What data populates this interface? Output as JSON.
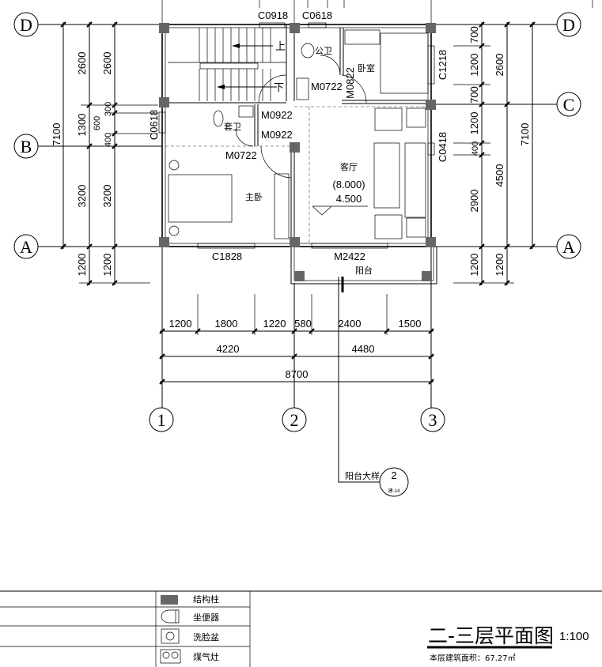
{
  "grid_axes": {
    "rows": {
      "D": "D",
      "C": "C",
      "B": "B",
      "A": "A"
    },
    "cols": [
      "1",
      "2",
      "3"
    ]
  },
  "dims": {
    "left_outer": "7100",
    "left_mid": [
      "2600",
      "1300",
      "3200",
      "1200"
    ],
    "left_inner": [
      "2600",
      "300",
      "600",
      "400",
      "3200",
      "1200"
    ],
    "right_inner": [
      "700",
      "1200",
      "700",
      "1200",
      "400",
      "2900",
      "1200"
    ],
    "right_mid": [
      "2600",
      "4500",
      "1200"
    ],
    "right_outer": "7100",
    "bottom_detail": [
      "1200",
      "1800",
      "1220",
      "580",
      "2400",
      "1500"
    ],
    "bottom_mid": [
      "4220",
      "4480"
    ],
    "bottom_total": "8700"
  },
  "openings": {
    "c0918": "C0918",
    "c0618_top": "C0618",
    "c0618_left": "C0618",
    "c1218": "C1218",
    "c0418": "C0418",
    "m0722_a": "M0722",
    "m0822": "M0822",
    "m0922_a": "M0922",
    "m0922_b": "M0922",
    "m0722_b": "M0722",
    "c1828": "C1828",
    "m2422": "M2422"
  },
  "rooms": {
    "stair_up": "上",
    "stair_down": "下",
    "public_wc": "公卫",
    "bedroom": "卧室",
    "ensuite": "套卫",
    "master": "主卧",
    "living": "客厅",
    "living_elev": "(8.000)",
    "living_level": "4.500",
    "balcony": "阳台"
  },
  "detail_callout": {
    "label": "阳台大样",
    "number": "2",
    "sheet": "建-14"
  },
  "legend": [
    {
      "icon": "structural-column",
      "label": "结构柱"
    },
    {
      "icon": "toilet",
      "label": "坐便器"
    },
    {
      "icon": "washbasin",
      "label": "洗脸盆"
    },
    {
      "icon": "gas-stove",
      "label": "煤气灶"
    }
  ],
  "title": {
    "name": "二-三层平面图",
    "scale": "1:100",
    "area": "本层建筑面积：67.27㎡"
  }
}
